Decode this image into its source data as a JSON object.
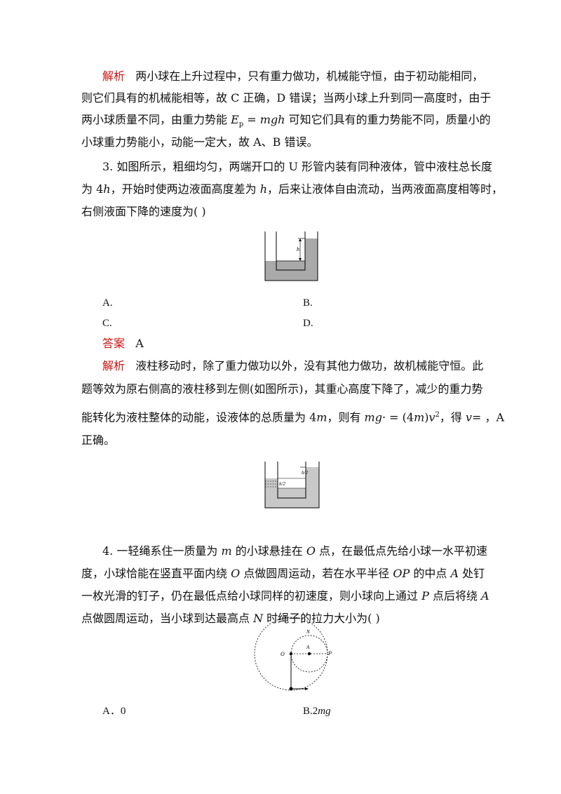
{
  "analysis_label": "解析",
  "answer_label": "答案",
  "p1": {
    "l1": "两小球在上升过程中，只有重力做功，机械能守恒，由于初动能相同，",
    "l2": "则它们具有的机械能相等，故 C 正确，D 错误；当两小球上升到同一高度时，由于",
    "l3a": "两小球质量不同，由重力势能 ",
    "Ep": "E",
    "Ep_sub": "p",
    "eq": " = ",
    "mgh": "mgh",
    "l3b": " 可知它们具有的重力势能不同，质量小的",
    "l4": "小球重力势能小，动能一定大，故 A、B 错误。"
  },
  "q3": {
    "l1": "3. 如图所示，粗细均匀，两端开口的 U 形管内装有同种液体，管中液柱总长度",
    "l2a": "为 4",
    "h": "h",
    "l2b": "，开始时使两边液面高度差为 ",
    "l2c": "，后来让液体自由流动，当两液面高度相等时，",
    "l3": "右侧液面下降的速度为(      )",
    "fig_label": "h",
    "optA": "A.",
    "optB": "B.",
    "optC": "C.",
    "optD": "D.",
    "answer": "A",
    "a1": "液柱移动时，除了重力做功以外，没有其他力做功，故机械能守恒。此",
    "a2": "题等效为原右侧高的液柱移到左侧(如图所示)，其重心高度下降了，减少的重力势",
    "a3a": "能转化为液柱整体的动能，设液体的总质量为 4",
    "m": "m",
    "a3b": "，则有 ",
    "mg": "mg",
    "a3c": "· = (4",
    "a3d": ")",
    "v": "v",
    "sup2": "2",
    "a3e": "，得 ",
    "a3f": "=   ，A",
    "a4": "正确。",
    "fig2_top": "h/2",
    "fig2_mid": "h/2"
  },
  "q4": {
    "l1a": "4. 一轻绳系住一质量为 ",
    "l1b": " 的小球悬挂在 ",
    "O": "O",
    "l1c": " 点，在最低点先给小球一水平初速",
    "l2a": "度，小球恰能在竖直平面内绕 ",
    "l2b": " 点做圆周运动，若在水平半径 ",
    "OP": "OP",
    "l2c": " 的中点 ",
    "A": "A",
    "l2d": " 处钉",
    "l3a": "一枚光滑的钉子，仍在最低点给小球同样的初速度，则小球向上通过 ",
    "P": "P",
    "l3b": " 点后将绕 ",
    "l4a": "点做圆周运动，当小球到达最高点 ",
    "N": "N",
    "l4b": " 时绳子的拉力大小为(      )",
    "optA": "A．0",
    "optB_pre": "B.2",
    "optB_it": "mg"
  }
}
